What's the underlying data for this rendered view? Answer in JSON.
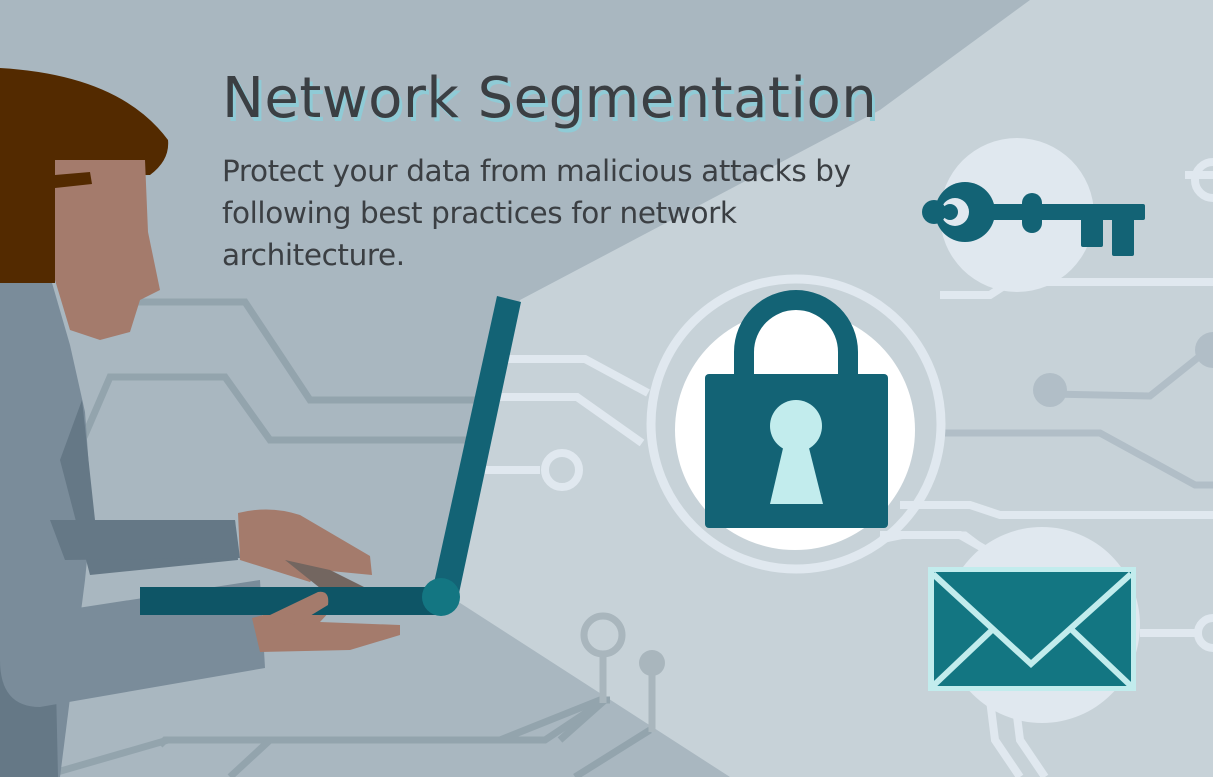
{
  "banner": {
    "title": "Network Segmentation",
    "subtitle": "Protect your data from malicious attacks by following best practices for network architecture."
  },
  "illustration": {
    "figure": "person-using-laptop",
    "icons": [
      "key-icon",
      "padlock-icon",
      "envelope-icon"
    ]
  },
  "colors": {
    "background_dark": "#a9b7c0",
    "background_light": "#c7d2d8",
    "circuit_light": "#e0e8ef",
    "circuit_dark": "#93a4ad",
    "accent_teal": "#136375",
    "accent_teal_light": "#c2eced",
    "title_text": "#3b3f43",
    "title_shadow": "#8fcbd6"
  }
}
